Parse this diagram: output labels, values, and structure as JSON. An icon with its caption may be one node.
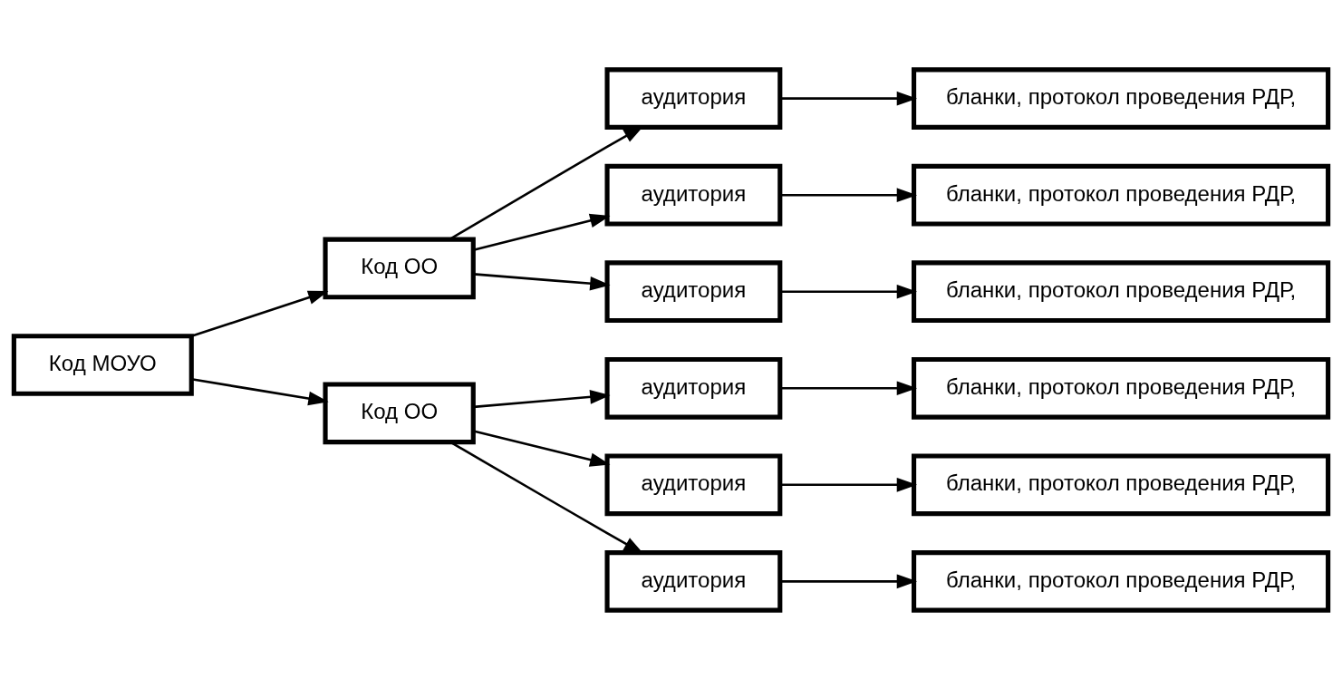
{
  "diagram": {
    "nodes": [
      {
        "text": [
          "Код МОУО"
        ]
      },
      {
        "text": [
          "Код ОО"
        ]
      },
      {
        "text": [
          "аудитория"
        ]
      },
      {
        "text": [
          "аудитория"
        ]
      },
      {
        "text": [
          "аудитория"
        ]
      },
      {
        "text": [
          "бланки, протокол проведения РДР,"
        ]
      },
      {
        "text": [
          "бланки, протокол проведения РДР,"
        ]
      },
      {
        "text": [
          "бланки, протокол проведения РДР,"
        ]
      },
      {
        "text": [
          "Код ОО"
        ]
      },
      {
        "text": [
          "аудитория"
        ]
      },
      {
        "text": [
          "аудитория"
        ]
      },
      {
        "text": [
          "аудитория"
        ]
      },
      {
        "text": [
          "бланки, протокол проведения РДР,"
        ]
      },
      {
        "text": [
          "бланки, протокол проведения РДР,"
        ]
      },
      {
        "text": [
          "бланки, протокол проведения РДР,"
        ]
      }
    ],
    "edges": [
      {
        "from": 0,
        "to": 1,
        "arrow": "to"
      },
      {
        "from": 0,
        "to": 8,
        "arrow": "to"
      },
      {
        "from": 1,
        "to": 2,
        "arrow": "to"
      },
      {
        "from": 1,
        "to": 3,
        "arrow": "to"
      },
      {
        "from": 1,
        "to": 4,
        "arrow": "to"
      },
      {
        "from": 2,
        "to": 5,
        "arrow": "to"
      },
      {
        "from": 3,
        "to": 6,
        "arrow": "to"
      },
      {
        "from": 4,
        "to": 7,
        "arrow": "to"
      },
      {
        "from": 8,
        "to": 9,
        "arrow": "to"
      },
      {
        "from": 8,
        "to": 10,
        "arrow": "to"
      },
      {
        "from": 8,
        "to": 11,
        "arrow": "to"
      },
      {
        "from": 9,
        "to": 12,
        "arrow": "to"
      },
      {
        "from": 10,
        "to": 13,
        "arrow": "to"
      },
      {
        "from": 11,
        "to": 14,
        "arrow": "to"
      }
    ]
  }
}
